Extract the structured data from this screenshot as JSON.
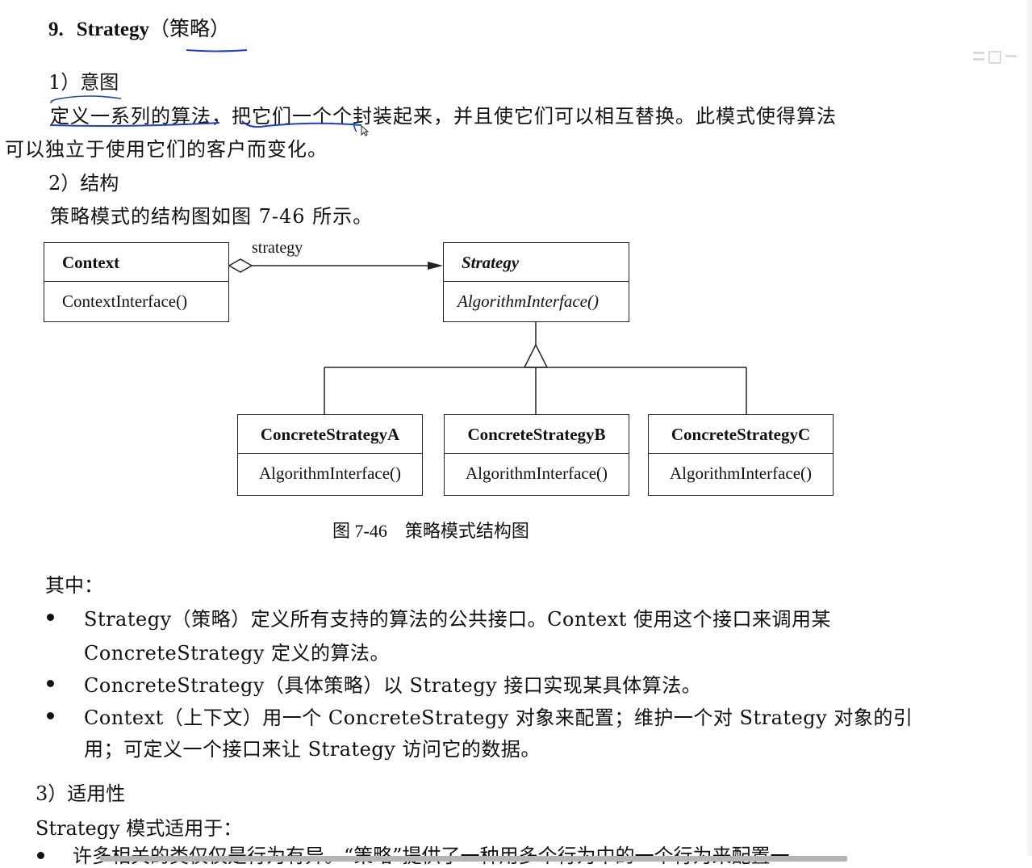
{
  "document": {
    "title_num": "9.",
    "title_en": "Strategy",
    "title_cn": "（策略）",
    "section1": "1）意图",
    "intent_line1": "定义一系列的算法，把它们一个个封装起来，并且使它们可以相互替换。此模式使得算法",
    "intent_line2": "可以独立于使用它们的客户而变化。",
    "section2": "2）结构",
    "structure_intro": "策略模式的结构图如图 7-46 所示。",
    "caption": "图 7-46　策略模式结构图",
    "where_label": "其中：",
    "bullets": [
      {
        "line1": "Strategy（策略）定义所有支持的算法的公共接口。Context 使用这个接口来调用某",
        "line2": "ConcreteStrategy 定义的算法。"
      },
      {
        "line1": "ConcreteStrategy（具体策略）以 Strategy 接口实现某具体算法。",
        "line2": ""
      },
      {
        "line1": "Context（上下文）用一个 ConcreteStrategy 对象来配置；维护一个对 Strategy 对象的引",
        "line2": "用；可定义一个接口来让 Strategy 访问它的数据。"
      }
    ],
    "section3": "3）适用性",
    "applies_intro": "Strategy 模式适用于：",
    "cutoff_line": "许多相关的类仅仅是行为有异。“策略”提供了一种用多个行为中的一个行为来配置一"
  },
  "diagram": {
    "association_label": "strategy",
    "classes": [
      {
        "name": "Context",
        "operation": "ContextInterface()",
        "abstract": false
      },
      {
        "name": "Strategy",
        "operation": "AlgorithmInterface()",
        "abstract": true
      },
      {
        "name": "ConcreteStrategyA",
        "operation": "AlgorithmInterface()",
        "abstract": false
      },
      {
        "name": "ConcreteStrategyB",
        "operation": "AlgorithmInterface()",
        "abstract": false
      },
      {
        "name": "ConcreteStrategyC",
        "operation": "AlgorithmInterface()",
        "abstract": false
      }
    ]
  },
  "colors": {
    "annotation_ink": "#1a3fd6",
    "text": "#111111",
    "scrollbar": "#b5b5b5"
  }
}
